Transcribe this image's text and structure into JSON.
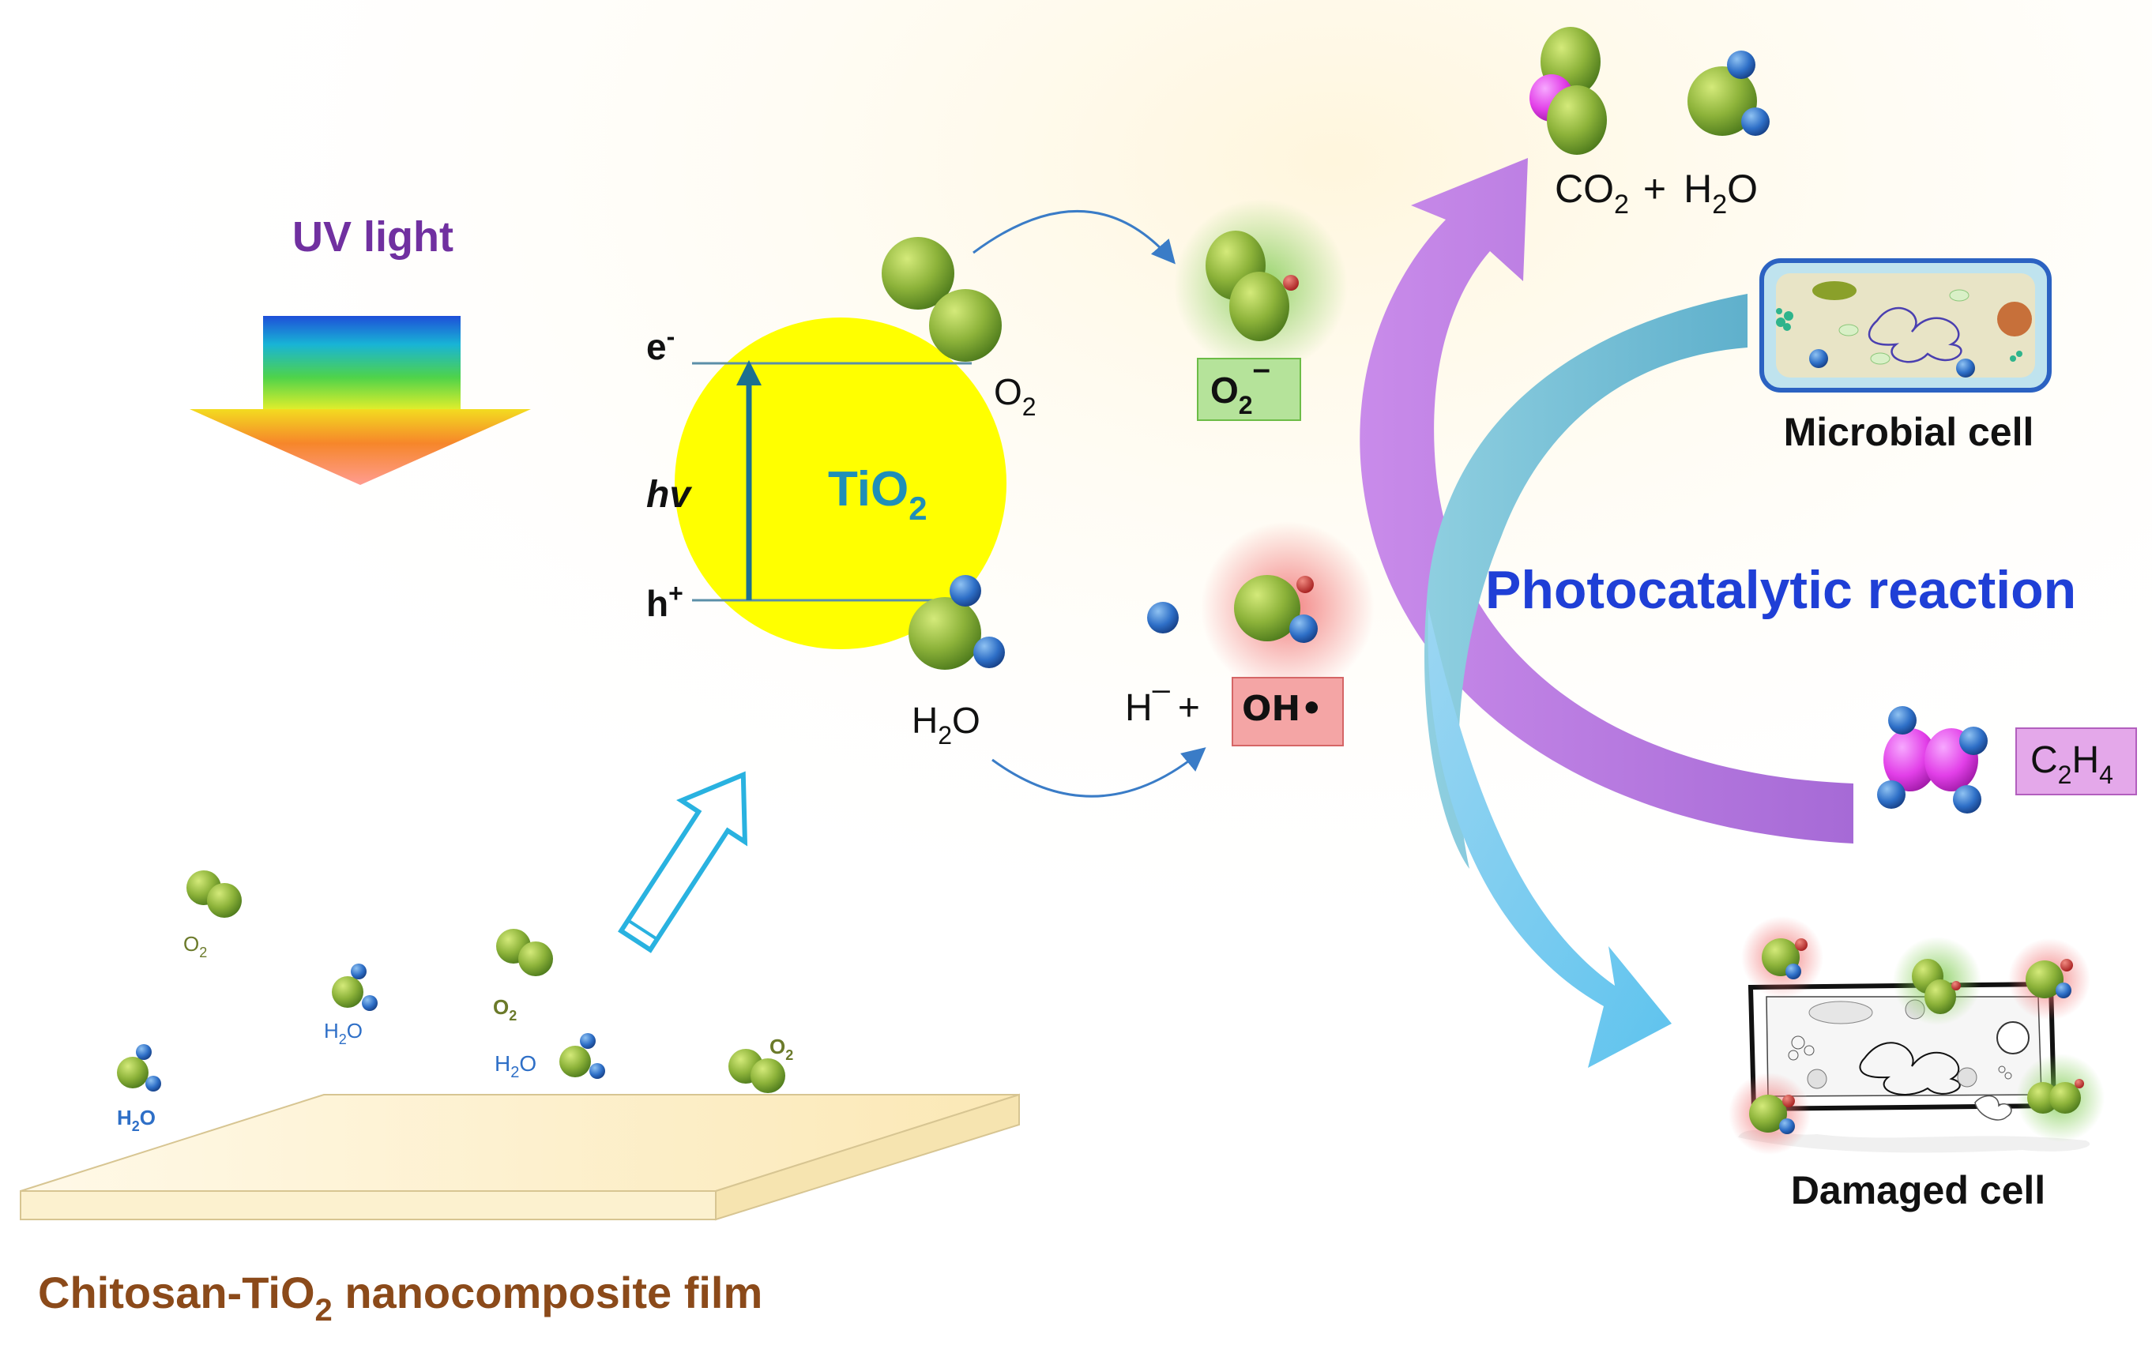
{
  "uv_light": "UV light",
  "tio2": {
    "base": "TiO",
    "sub": "2"
  },
  "electron": {
    "base": "e",
    "sup": "-"
  },
  "hole": {
    "base": "h",
    "sup": "+"
  },
  "hv": "hv",
  "o2_label": {
    "base": "O",
    "sub": "2"
  },
  "h2o_label": {
    "pre": "H",
    "sub": "2",
    "post": "O"
  },
  "superoxide": {
    "base": "O",
    "sub": "2",
    "sup": "–"
  },
  "h_plus_eq": {
    "base": "H",
    "sup": "–",
    "plus": "+"
  },
  "hydroxyl": "OH•",
  "products": {
    "co2": {
      "base": "CO",
      "sub": "2"
    },
    "plus": "+",
    "h2o": {
      "pre": "H",
      "sub": "2",
      "post": "O"
    }
  },
  "microbial_cell": "Microbial cell",
  "photocatalytic": "Photocatalytic reaction",
  "c2h4": {
    "a": "C",
    "a_sub": "2",
    "b": "H",
    "b_sub": "4"
  },
  "damaged_cell": "Damaged cell",
  "film_label": {
    "pre": "Chitosan-TiO",
    "sub": "2",
    "post": " nanocomposite film"
  },
  "small_labels": {
    "o2": {
      "base": "O",
      "sub": "2"
    },
    "h2o": {
      "pre": "H",
      "sub": "2",
      "post": "O"
    }
  },
  "colors": {
    "purple_text": "#7030a0",
    "tio2_fill": "#ffff00",
    "tio2_text": "#1f8fb8",
    "brown_text": "#8b4a1a",
    "blue_title": "#1f3fd6",
    "o2_green": "#8bb33a",
    "h2o_blue": "#2e6fc7",
    "c2h4_magenta": "#e23fe8"
  }
}
